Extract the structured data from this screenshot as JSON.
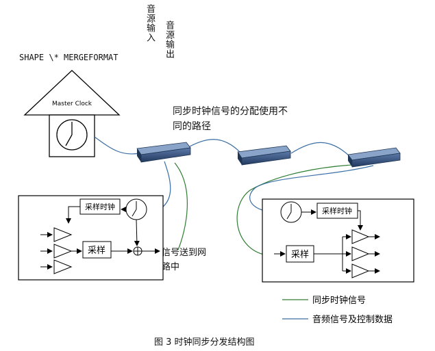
{
  "top_labels": {
    "audio_input": "音源输入",
    "audio_output": "音源输出"
  },
  "shape_field": "SHAPE  \\* MERGEFORMAT",
  "master_clock_label": "Master Clock",
  "heading_line1": "同步时钟信号的分配使用不",
  "heading_line2": "同的路径",
  "left_device": {
    "sample_clock_label": "采样时钟",
    "sampler_label": "采样"
  },
  "right_device": {
    "sample_clock_label": "采样时钟",
    "sampler_label": "采样"
  },
  "network_note_line1": "信号送到网",
  "network_note_line2": "路中",
  "legend": {
    "items": [
      {
        "label": "同步时钟信号",
        "color": "#2e7d32"
      },
      {
        "label": "音频信号及控制数据",
        "color": "#3a6ea5"
      }
    ]
  },
  "caption": "图 3 时钟同步分发结构图",
  "colors": {
    "green_line": "#2e7d32",
    "blue_line": "#3a6ea5",
    "switch_body": "#2d4d7c"
  }
}
